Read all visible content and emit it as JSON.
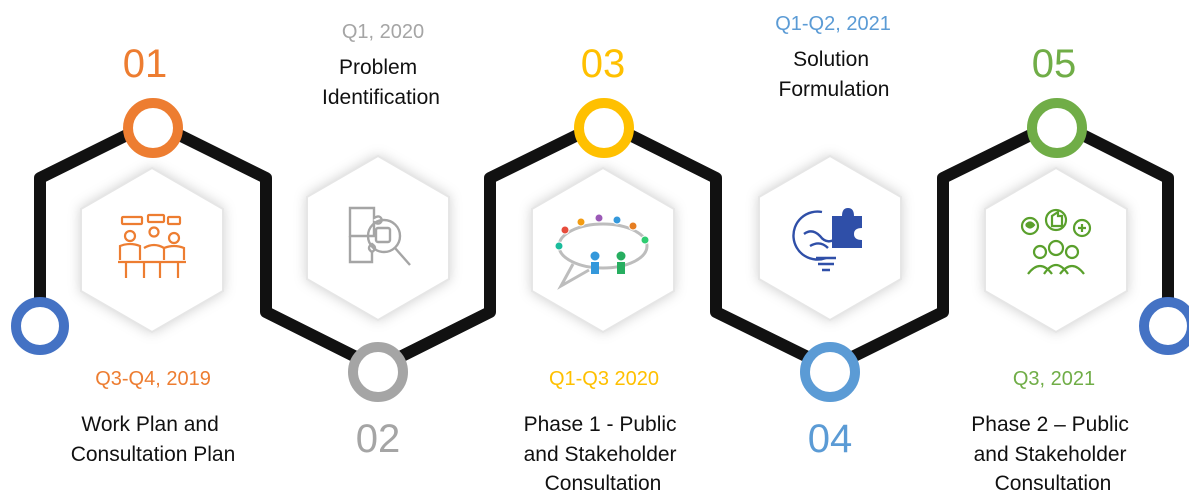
{
  "colors": {
    "path": "#111111",
    "hexagon_fill": "#ffffff",
    "blue": "#4472c4",
    "orange": "#ed7d31",
    "gray": "#a5a5a5",
    "yellow": "#ffc000",
    "light_blue": "#5b9bd5",
    "green": "#70ad47"
  },
  "steps": [
    {
      "number": "01",
      "date": "Q3-Q4, 2019",
      "label_lines": [
        "Work Plan and",
        "Consultation Plan"
      ],
      "color": "#ed7d31",
      "icon": "team-meeting-icon"
    },
    {
      "number": "02",
      "date": "Q1, 2020",
      "label_lines": [
        "Problem",
        "Identification"
      ],
      "color": "#a5a5a5",
      "icon": "puzzle-magnifier-icon"
    },
    {
      "number": "03",
      "date": "Q1-Q3 2020",
      "label_lines": [
        "Phase 1 - Public",
        "and Stakeholder",
        "Consultation"
      ],
      "color": "#ffc000",
      "icon": "discussion-circle-icon"
    },
    {
      "number": "04",
      "date": "Q1-Q2, 2021",
      "label_lines": [
        "Solution",
        "Formulation"
      ],
      "color": "#5b9bd5",
      "icon": "bulb-puzzle-icon"
    },
    {
      "number": "05",
      "date": "Q3, 2021",
      "label_lines": [
        "Phase 2 – Public",
        "and Stakeholder",
        "Consultation"
      ],
      "color": "#70ad47",
      "icon": "community-feedback-icon"
    }
  ]
}
